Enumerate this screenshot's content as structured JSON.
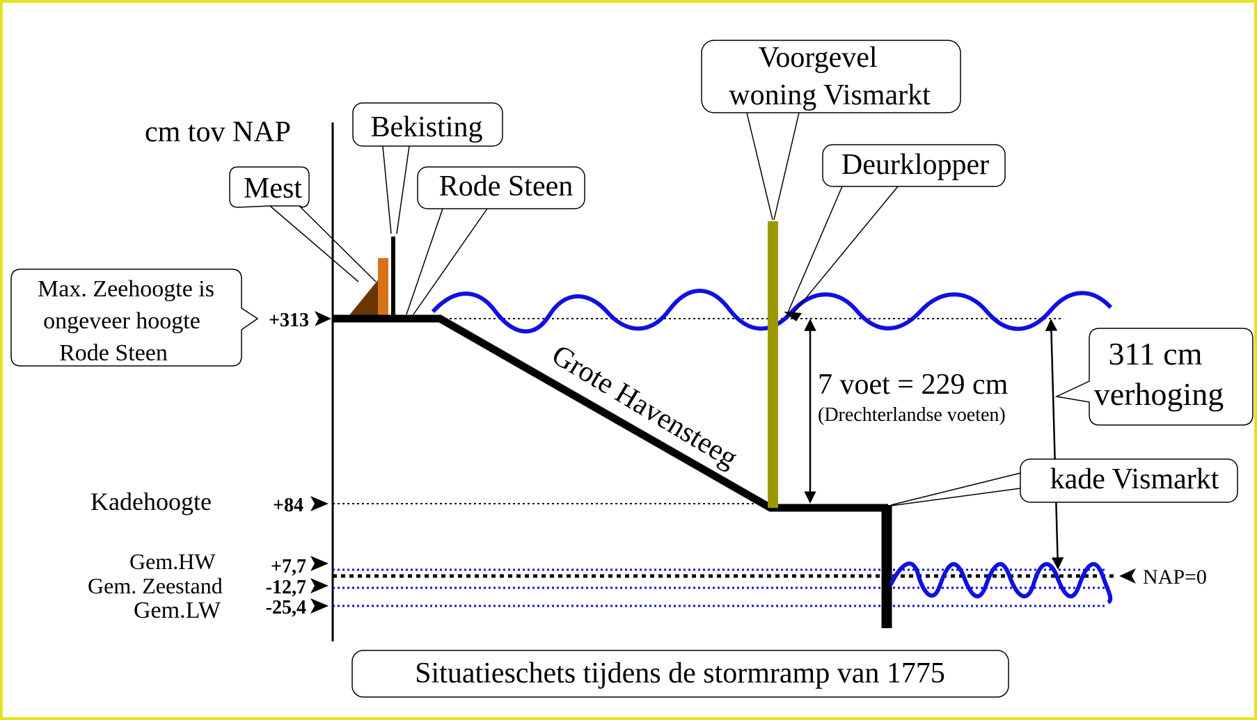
{
  "axis_label": "cm tov NAP",
  "levels": {
    "max_sea": "+313",
    "kade": "+84",
    "hw": "+7,7",
    "zeestand": "-12,7",
    "lw": "-25,4"
  },
  "level_labels": {
    "kade": "Kadehoogte",
    "hw": "Gem.HW",
    "zeestand": "Gem. Zeestand",
    "lw": "Gem.LW"
  },
  "nap_label": "NAP=0",
  "callouts": {
    "max_sea": [
      "Max. Zeehoogte is",
      "ongeveer hoogte",
      "Rode Steen"
    ],
    "mest": "Mest",
    "bekisting": "Bekisting",
    "rode_steen": "Rode Steen",
    "voorgevel": [
      "Voorgevel",
      "woning Vismarkt"
    ],
    "deurklopper": "Deurklopper",
    "verhoging": [
      "311 cm",
      "verhoging"
    ],
    "kade_vismarkt": "kade Vismarkt",
    "caption": "Situatieschets tijdens de stormramp van 1775"
  },
  "street_label": "Grote Havensteeg",
  "measurement": {
    "main": "7 voet = 229 cm",
    "sub": "(Drechterlandse voeten)"
  },
  "colors": {
    "frame": "#e8e020",
    "water": "#1010e0",
    "pole": "#9a9a00",
    "mest": "#6b3500",
    "bekisting": "#d8721a",
    "ground": "#000000"
  }
}
